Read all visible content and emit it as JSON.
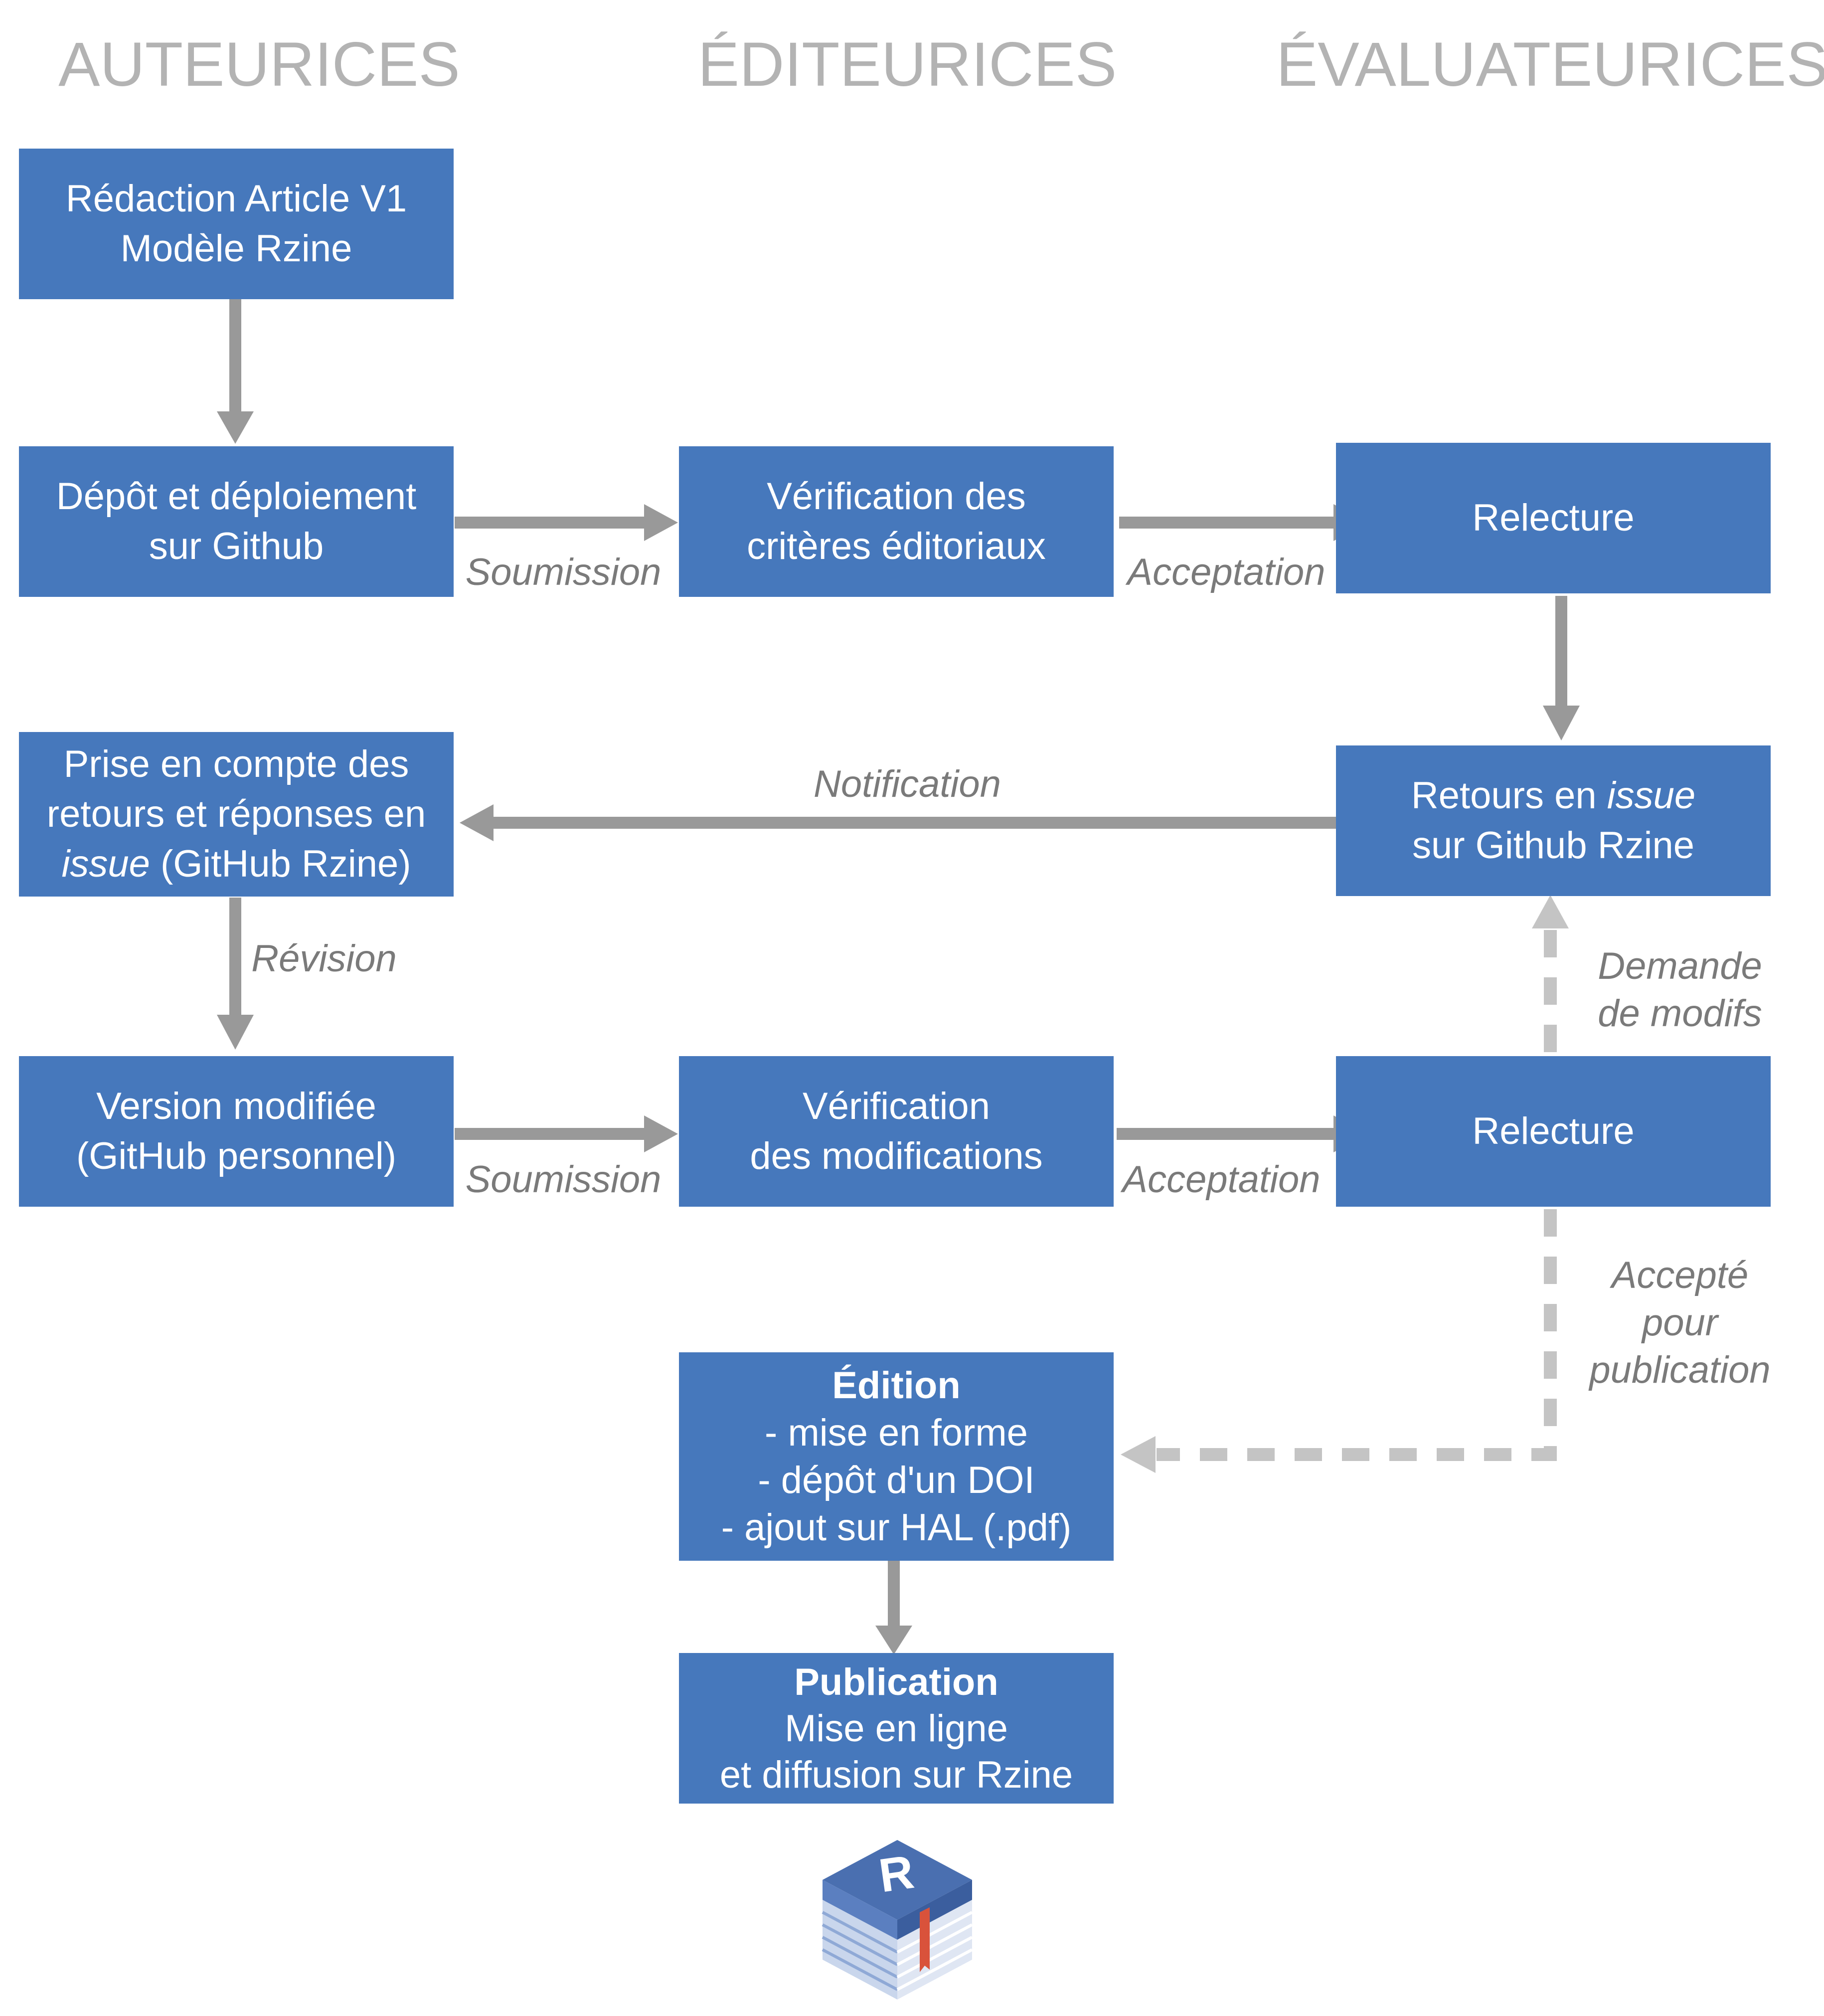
{
  "columns": {
    "authors": "AUTEURICES",
    "editors": "ÉDITEURICES",
    "reviewers": "ÉVALUATEURICES"
  },
  "boxes": {
    "redaction": {
      "lines": [
        "Rédaction Article V1",
        "Modèle Rzine"
      ]
    },
    "depot": {
      "lines": [
        "Dépôt et déploiement",
        "sur Github"
      ]
    },
    "verif1": {
      "lines": [
        "Vérification des",
        "critères éditoriaux"
      ]
    },
    "relecture1": {
      "lines": [
        "Relecture"
      ]
    },
    "prise": {
      "line1": "Prise en compte des",
      "line2": "retours et réponses en",
      "line3_em": "issue",
      "line3_rest": " (GitHub Rzine)"
    },
    "retours": {
      "line1_pre": "Retours en ",
      "line1_em": "issue",
      "line2": "sur Github Rzine"
    },
    "version": {
      "lines": [
        "Version modifiée",
        "(GitHub personnel)"
      ]
    },
    "verif2": {
      "lines": [
        "Vérification",
        "des modifications"
      ]
    },
    "relecture2": {
      "lines": [
        "Relecture"
      ]
    },
    "edition": {
      "title": "Édition",
      "lines": [
        "- mise en forme",
        "- dépôt d'un DOI",
        "- ajout sur HAL (.pdf)"
      ]
    },
    "publication": {
      "title": "Publication",
      "lines": [
        "Mise en ligne",
        "et diffusion sur Rzine"
      ]
    }
  },
  "labels": {
    "soumission1": "Soumission",
    "acceptation1": "Acceptation",
    "notification": "Notification",
    "revision": "Révision",
    "demande": [
      "Demande",
      "de modifs"
    ],
    "soumission2": "Soumission",
    "acceptation2": "Acceptation",
    "accepte": [
      "Accepté",
      "pour",
      "publication"
    ]
  },
  "logo": {
    "letter": "R",
    "name": "rzine-book-logo"
  },
  "colors": {
    "box": "#4678bc",
    "box_text": "#ffffff",
    "arrow": "#999999",
    "dashed_arrow": "#c4c4c4",
    "label": "#7a7a7a",
    "column_header": "#b3b3b3"
  }
}
